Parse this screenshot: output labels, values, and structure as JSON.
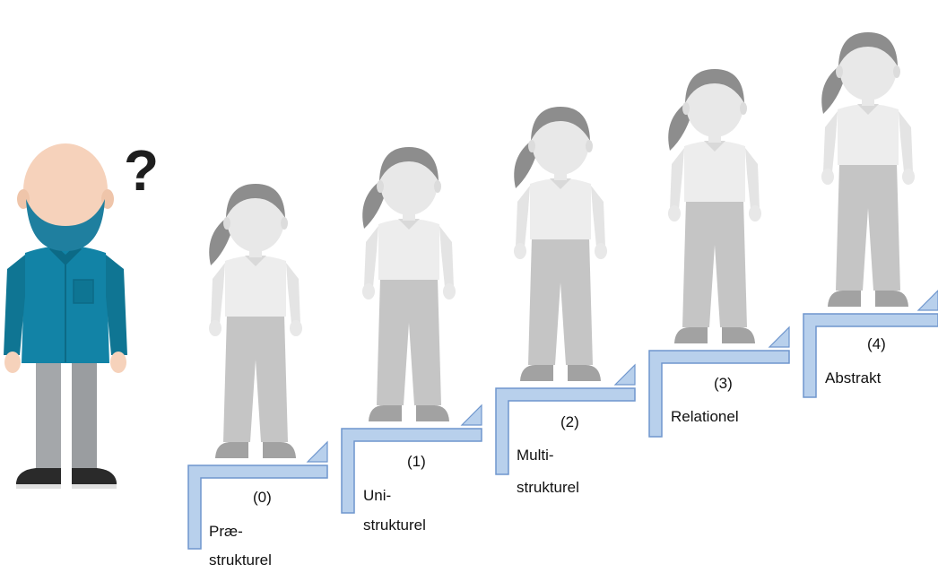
{
  "question_mark": "?",
  "steps": [
    {
      "number": "(0)",
      "line1": "Præ-",
      "line2": "strukturel"
    },
    {
      "number": "(1)",
      "line1": "Uni-",
      "line2": "strukturel"
    },
    {
      "number": "(2)",
      "line1": "Multi-",
      "line2": "strukturel"
    },
    {
      "number": "(3)",
      "line1": "Relationel",
      "line2": ""
    },
    {
      "number": "(4)",
      "line1": "Abstrakt",
      "line2": ""
    }
  ],
  "colors": {
    "step_fill": "#b8d0ec",
    "step_stroke": "#6f96cd",
    "skin": "#f6d2bb",
    "beard": "#1f7f9f",
    "shirt": "#1283a6",
    "pants": "#a4a7aa",
    "shoes": "#2a2a2a",
    "woman_hair": "#8d8d8d",
    "woman_top": "#ededed",
    "woman_pants": "#c5c5c5",
    "woman_skin": "#e8e8e8",
    "woman_shoes": "#a2a2a2"
  }
}
